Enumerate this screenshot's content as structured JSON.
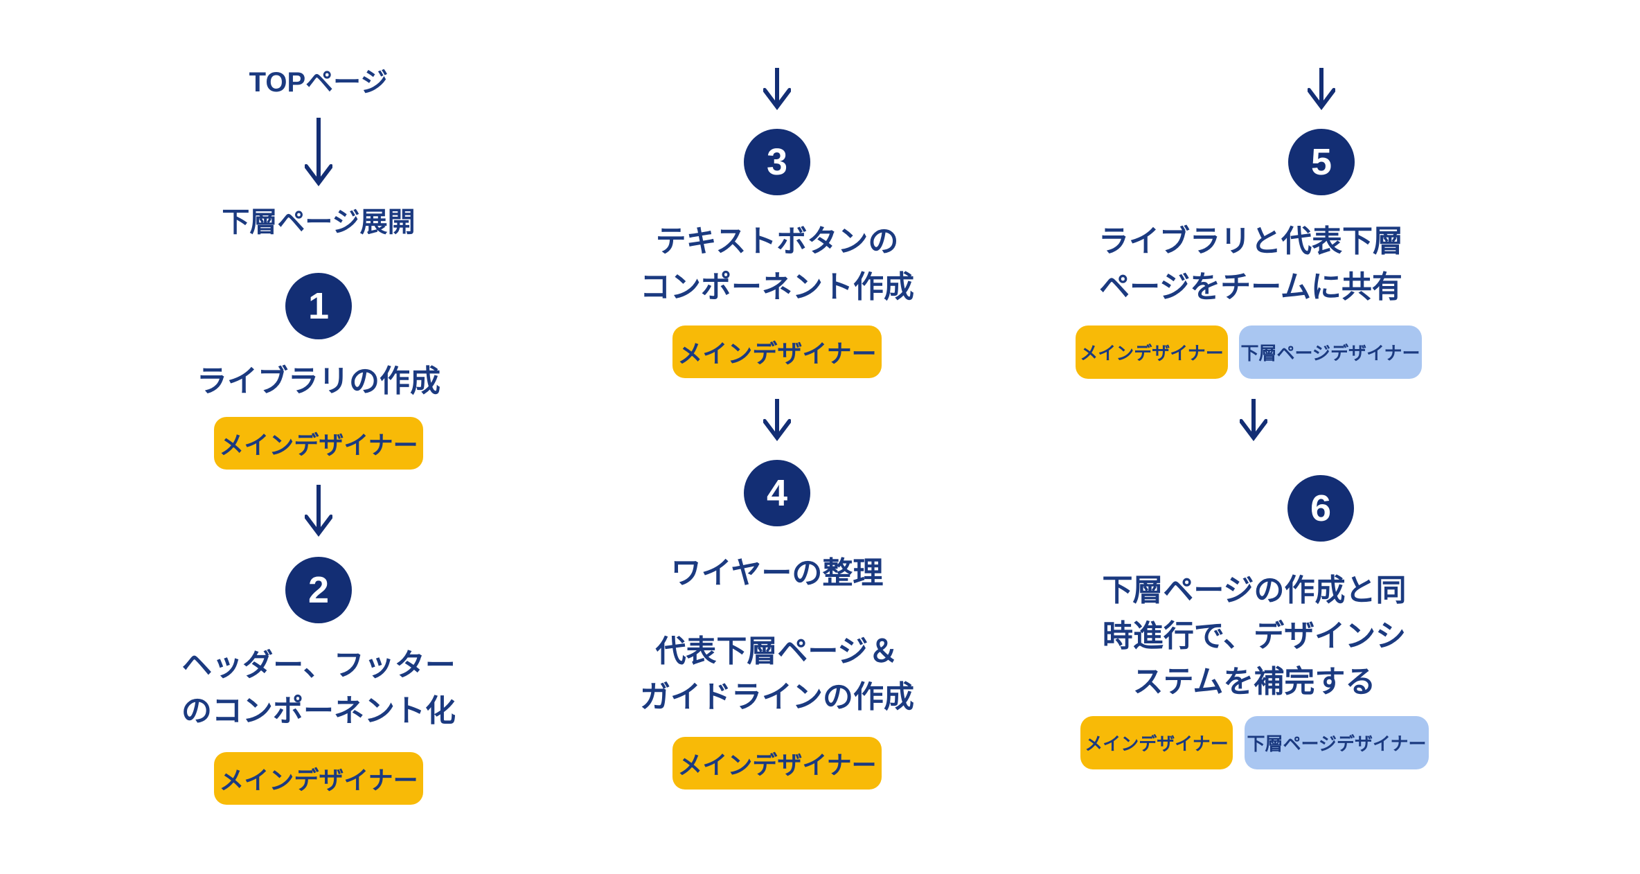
{
  "diagram_title": "design-system-workflow-flowchart",
  "colors": {
    "navy_text": "#1B3A80",
    "navy_shape": "#132E74",
    "badge_yellow": "#F8BA07",
    "badge_light_blue": "#A9C6F1",
    "background": "#FFFFFF",
    "circle_number_text": "#FFFFFF"
  },
  "col1": {
    "top_label": "TOPページ",
    "flow_label": "下層ページ展開",
    "step1": {
      "num": "1",
      "title": "ライブラリの作成",
      "badge": "メインデザイナー"
    },
    "step2": {
      "num": "2",
      "title_line1": "ヘッダー、フッター",
      "title_line2": "のコンポーネント化",
      "badge": "メインデザイナー"
    }
  },
  "col2": {
    "step3": {
      "num": "3",
      "title_line1": "テキストボタンの",
      "title_line2": "コンポーネント作成",
      "badge": "メインデザイナー"
    },
    "step4": {
      "num": "4",
      "title": "ワイヤーの整理",
      "subtitle_line1": "代表下層ページ＆",
      "subtitle_line2": "ガイドラインの作成",
      "badge": "メインデザイナー"
    }
  },
  "col3": {
    "step5": {
      "num": "5",
      "title_line1": "ライブラリと代表下層",
      "title_line2": "ページをチームに共有",
      "badge_main": "メインデザイナー",
      "badge_sub": "下層ページデザイナー"
    },
    "step6": {
      "num": "6",
      "title_line1": "下層ページの作成と同",
      "title_line2": "時進行で、デザインシ",
      "title_line3": "ステムを補完する",
      "badge_main": "メインデザイナー",
      "badge_sub": "下層ページデザイナー"
    }
  }
}
